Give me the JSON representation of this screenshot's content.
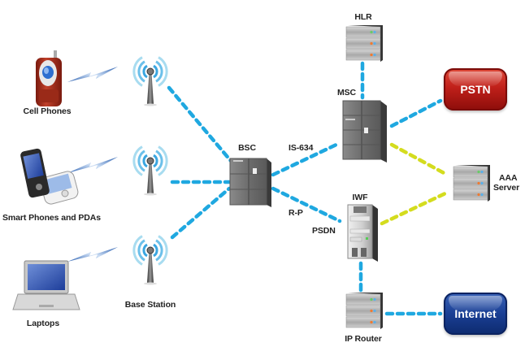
{
  "diagram": {
    "type": "CDMA wireless network architecture",
    "colors": {
      "link_blue": "#1fa8e0",
      "link_yellow": "#d4dc1e",
      "pstn_red": "#c0201a",
      "internet_blue": "#1a3f94",
      "label_text": "#222222"
    },
    "devices": {
      "cell_phones": {
        "label": "Cell Phones",
        "icon": "cell-phone-icon"
      },
      "smart_phones": {
        "label": "Smart Phones and PDAs",
        "icon": "smartphone-pda-icon"
      },
      "laptops": {
        "label": "Laptops",
        "icon": "laptop-icon"
      }
    },
    "base_station": {
      "label": "Base Station",
      "icon": "antenna-tower-icon"
    },
    "bsc": {
      "label": "BSC",
      "icon": "server-cabinet-icon"
    },
    "msc": {
      "label": "MSC",
      "icon": "server-cabinet-icon"
    },
    "hlr": {
      "label": "HLR",
      "icon": "rack-server-icon"
    },
    "iwf": {
      "label": "IWF",
      "icon": "tower-server-icon"
    },
    "aaa": {
      "label_line1": "AAA",
      "label_line2": "Server",
      "icon": "rack-server-icon"
    },
    "ip_router": {
      "label": "IP Router",
      "icon": "rack-server-icon"
    },
    "pstn": {
      "label": "PSTN"
    },
    "internet": {
      "label": "Internet"
    },
    "link_labels": {
      "is634": "IS-634",
      "rp": "R-P",
      "psdn": "PSDN"
    },
    "connections": [
      {
        "from": "Cell Phones",
        "to": "Base Station 1",
        "type": "wireless"
      },
      {
        "from": "Smart Phones and PDAs",
        "to": "Base Station 2",
        "type": "wireless"
      },
      {
        "from": "Laptops",
        "to": "Base Station 3",
        "type": "wireless"
      },
      {
        "from": "Base Station 1",
        "to": "BSC",
        "type": "blue-dashed"
      },
      {
        "from": "Base Station 2",
        "to": "BSC",
        "type": "blue-dashed"
      },
      {
        "from": "Base Station 3",
        "to": "BSC",
        "type": "blue-dashed"
      },
      {
        "from": "BSC",
        "to": "MSC",
        "type": "blue-dashed",
        "label": "IS-634"
      },
      {
        "from": "BSC",
        "to": "IWF",
        "type": "blue-dashed",
        "label": "R-P"
      },
      {
        "from": "HLR",
        "to": "MSC",
        "type": "blue-dashed"
      },
      {
        "from": "MSC",
        "to": "PSTN",
        "type": "blue-dashed"
      },
      {
        "from": "MSC",
        "to": "AAA Server",
        "type": "yellow-dashed"
      },
      {
        "from": "IWF",
        "to": "AAA Server",
        "type": "yellow-dashed"
      },
      {
        "from": "IWF",
        "to": "IP Router",
        "type": "blue-dashed"
      },
      {
        "from": "IP Router",
        "to": "Internet",
        "type": "blue-dashed"
      }
    ]
  }
}
